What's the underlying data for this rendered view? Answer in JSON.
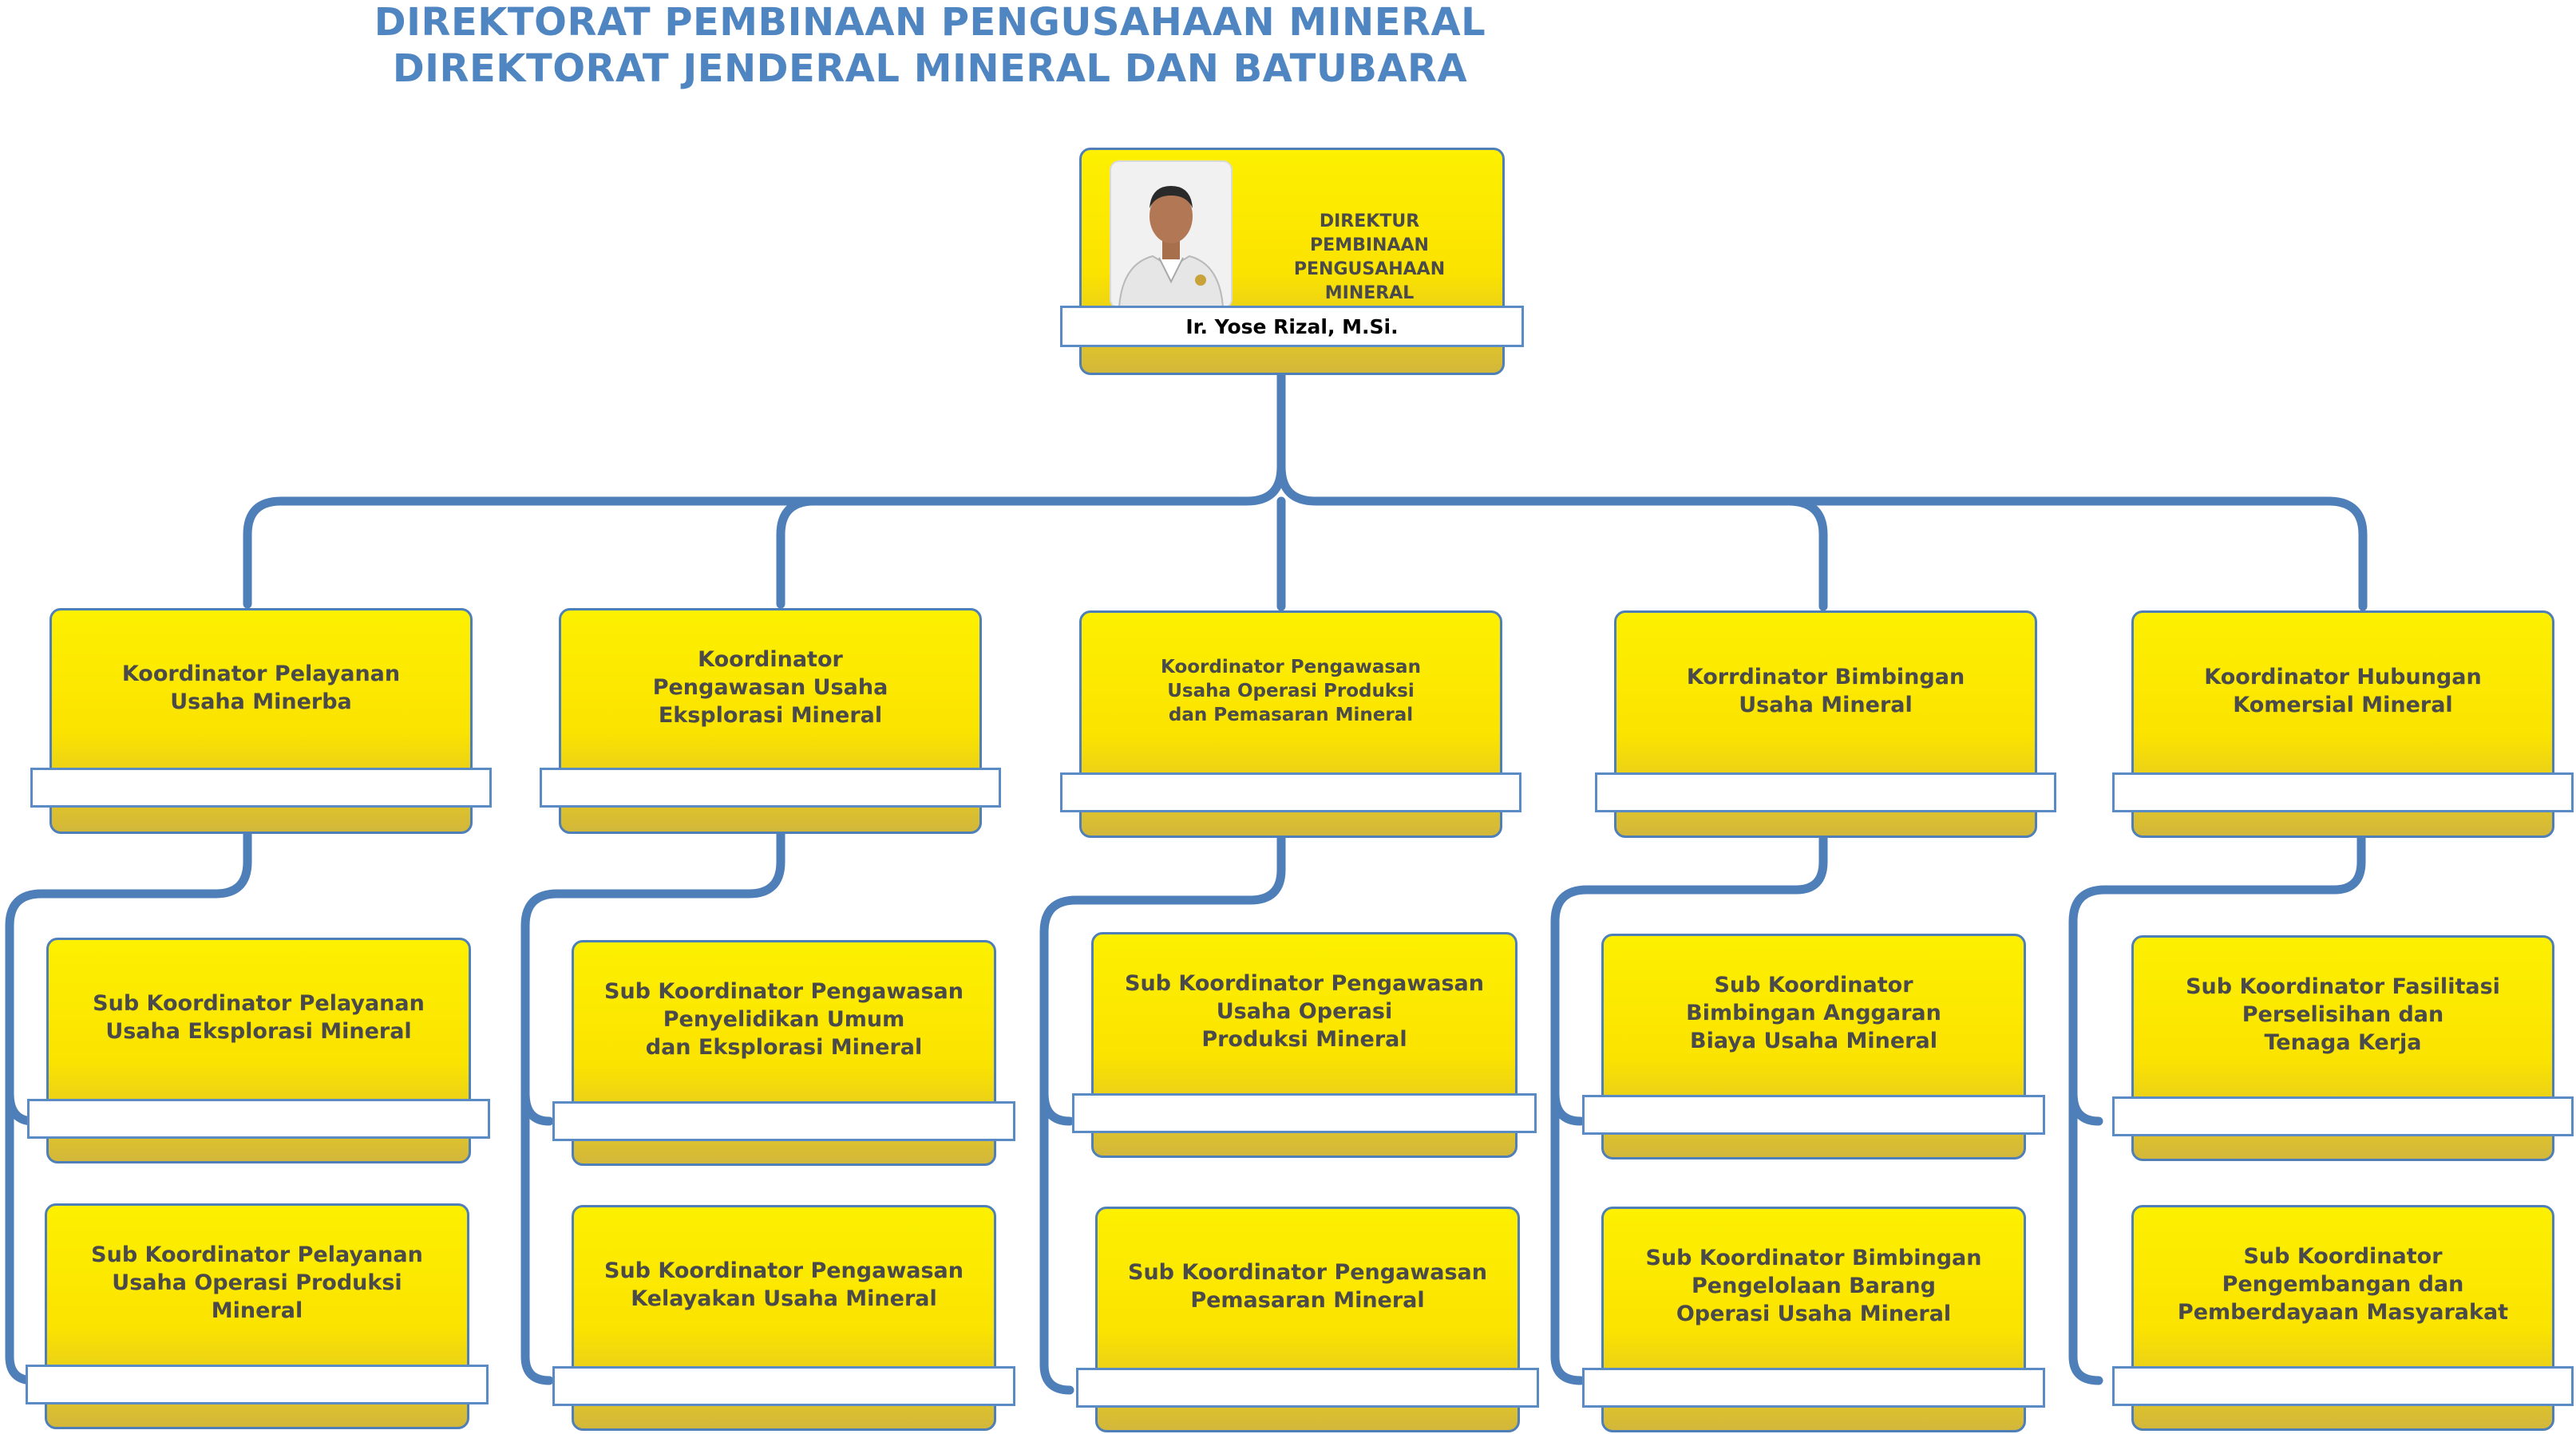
{
  "header": {
    "line1": "DIREKTORAT PEMBINAAN PENGUSAHAAN MINERAL",
    "line2": "DIREKTORAT JENDERAL MINERAL DAN BATUBARA"
  },
  "director": {
    "title": "DIREKTUR\nPEMBINAAN PENGUSAHAAN\nMINERAL",
    "name": "Ir. Yose Rizal, M.Si."
  },
  "coordinators": [
    "Koordinator Pelayanan\nUsaha Minerba",
    "Koordinator\nPengawasan Usaha\nEksplorasi Mineral",
    "Koordinator Pengawasan\nUsaha Operasi Produksi\ndan Pemasaran Mineral",
    "Korrdinator Bimbingan\nUsaha Mineral",
    "Koordinator Hubungan\nKomersial Mineral"
  ],
  "sub_coordinators": [
    [
      "Sub Koordinator Pelayanan\nUsaha Eksplorasi Mineral",
      "Sub Koordinator Pelayanan\nUsaha Operasi Produksi\nMineral"
    ],
    [
      "Sub Koordinator Pengawasan\nPenyelidikan Umum\ndan Eksplorasi Mineral",
      "Sub Koordinator Pengawasan\nKelayakan Usaha Mineral"
    ],
    [
      "Sub Koordinator Pengawasan\nUsaha Operasi\nProduksi Mineral",
      "Sub Koordinator Pengawasan\nPemasaran Mineral"
    ],
    [
      "Sub Koordinator\nBimbingan Anggaran\nBiaya Usaha Mineral",
      "Sub Koordinator Bimbingan\nPengelolaan Barang\nOperasi Usaha Mineral"
    ],
    [
      "Sub Koordinator Fasilitasi\nPerselisihan dan\nTenaga Kerja",
      "Sub Koordinator\nPengembangan dan\nPemberdayaan Masyarakat"
    ]
  ],
  "colors": {
    "connector": "#4f7fb8",
    "title": "#4f86c1",
    "box": "#fbe800"
  }
}
